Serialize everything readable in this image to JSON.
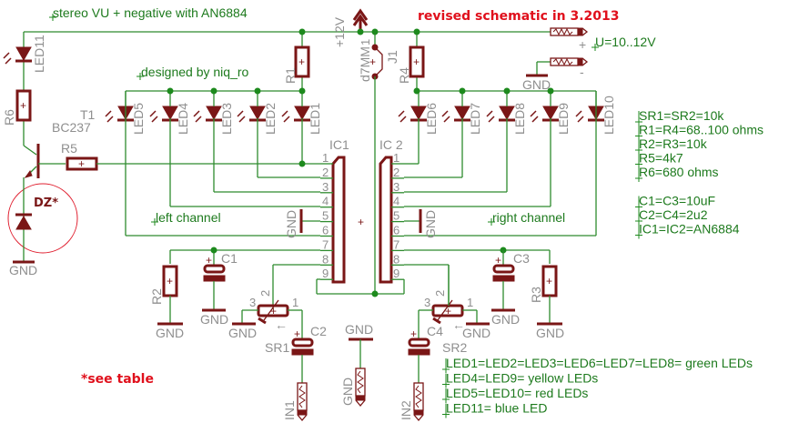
{
  "title": "stereo VU + negative with AN6884",
  "designer": "designed by niq_ro",
  "revision": "revised schematic in 3.2013",
  "footnote": "*see table",
  "supply": {
    "rail_label": "+12V",
    "plus_sign": "+",
    "minus_sign": "-",
    "voltage_label": "U=10..12V",
    "gnd_label": "GND"
  },
  "components": {
    "J1": {
      "name": "J1",
      "value": "d7MM",
      "pin": "1"
    },
    "T1": {
      "name": "T1",
      "value": "BC237"
    },
    "DZ": {
      "name": "DZ*"
    },
    "R1": "R1",
    "R2": "R2",
    "R3": "R3",
    "R4": "R4",
    "R5": "R5",
    "R6": "R6",
    "C1": "C1",
    "C2": "C2",
    "C3": "C3",
    "C4": "C4",
    "SR1": "SR1",
    "SR2": "SR2",
    "IC1": "IC1",
    "IC2": "IC 2",
    "IN1": "IN1",
    "IN2": "IN2",
    "leds": [
      "LED1",
      "LED2",
      "LED3",
      "LED4",
      "LED5",
      "LED6",
      "LED7",
      "LED8",
      "LED9",
      "LED10",
      "LED11"
    ]
  },
  "ic_pins": [
    "1",
    "2",
    "3",
    "4",
    "5",
    "6",
    "7",
    "8",
    "9"
  ],
  "pot_pins": [
    "1",
    "2",
    "3"
  ],
  "channels": {
    "left": "left channel",
    "right": "right channel"
  },
  "gnd": "GND",
  "values_table": [
    "SR1=SR2=10k",
    "R1=R4=68..100 ohms",
    "R2=R3=10k",
    "R5=4k7",
    "R6=680 ohms",
    "C1=C3=10uF",
    "C2=C4=2u2",
    "IC1=IC2=AN6884"
  ],
  "led_table": [
    "LED1=LED2=LED3=LED6=LED7=LED8= green LEDs",
    "LED4=LED9= yellow LEDs",
    "LED5=LED10= red LEDs",
    "LED11= blue LED"
  ],
  "colors": {
    "wire": "#2e8b2e",
    "part": "#7a1616",
    "label": "#8f8f8f",
    "note": "#1d7a1d",
    "accent_red": "#e0101c"
  }
}
